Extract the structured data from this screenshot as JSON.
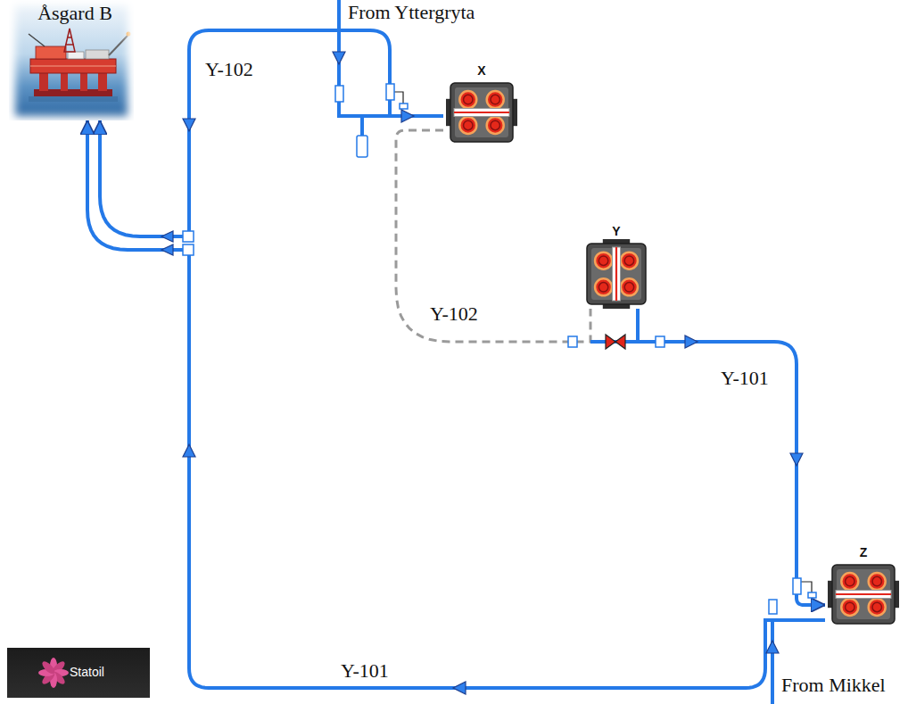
{
  "diagram": {
    "nodes": [
      {
        "text": [
          "Åsgard B"
        ]
      },
      {
        "text": [
          "X"
        ]
      },
      {
        "text": [
          "Y"
        ]
      },
      {
        "text": [
          "Z"
        ]
      },
      {
        "text": [
          "Statoil"
        ]
      }
    ],
    "edges": [
      {
        "from": 1,
        "to": 0,
        "arrow": "to",
        "label": "Y-102"
      },
      {
        "from": 1,
        "to": 2,
        "arrow": "none",
        "label": "Y-102"
      },
      {
        "from": 2,
        "to": 3,
        "arrow": "to",
        "label": "Y-101"
      },
      {
        "from": 3,
        "to": 0,
        "arrow": "to",
        "label": "Y-101"
      }
    ],
    "labels": [
      "From Yttergryta",
      "From Mikkel"
    ]
  }
}
